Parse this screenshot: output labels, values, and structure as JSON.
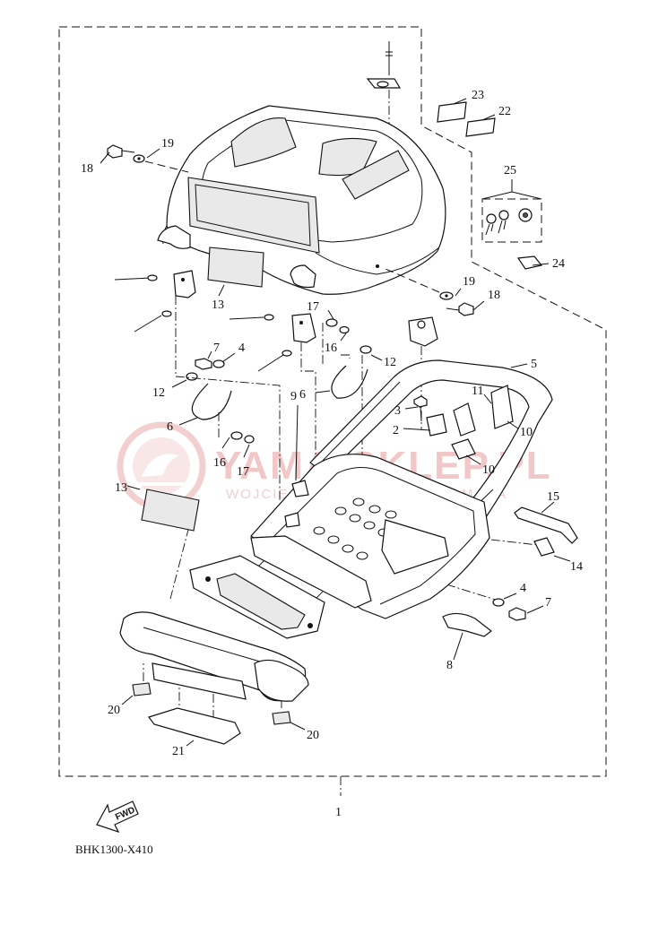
{
  "watermark": {
    "brand": "YAMA-SKLEP.PL",
    "dealer": "WOJCIECHOWICZ DEALER YAMAHA"
  },
  "diagram_code": "BHK1300-X410",
  "fwd_label": "FWD",
  "callouts": [
    "23",
    "22",
    "19",
    "18",
    "25",
    "24",
    "19",
    "18",
    "13",
    "17",
    "16",
    "12",
    "7",
    "4",
    "12",
    "6",
    "6",
    "5",
    "11",
    "3",
    "2",
    "10",
    "10",
    "16",
    "17",
    "9",
    "13",
    "15",
    "14",
    "4",
    "7",
    "8",
    "20",
    "21",
    "20",
    "1"
  ],
  "colors": {
    "line": "#111111",
    "watermark": "#e9a3a3"
  }
}
